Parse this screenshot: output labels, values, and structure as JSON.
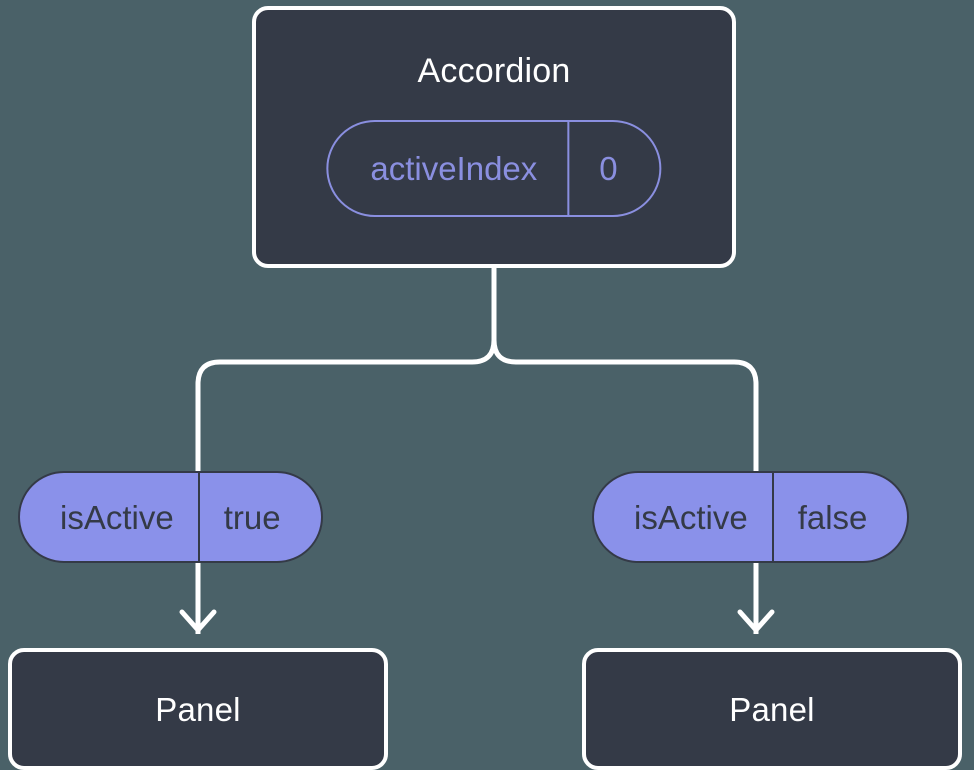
{
  "diagram": {
    "type": "component-tree",
    "background_color": "#4a6168",
    "node_fill_color": "#343a47",
    "node_border_color": "#ffffff",
    "accent_color": "#8a91ea",
    "accent_outline_color": "#8a8fe0",
    "connector_color": "#ffffff",
    "root": {
      "title": "Accordion",
      "state_pill": {
        "key": "activeIndex",
        "value": "0"
      }
    },
    "branches": [
      {
        "side": "left",
        "prop_pill": {
          "key": "isActive",
          "value": "true"
        },
        "child": {
          "title": "Panel"
        }
      },
      {
        "side": "right",
        "prop_pill": {
          "key": "isActive",
          "value": "false"
        },
        "child": {
          "title": "Panel"
        }
      }
    ]
  }
}
